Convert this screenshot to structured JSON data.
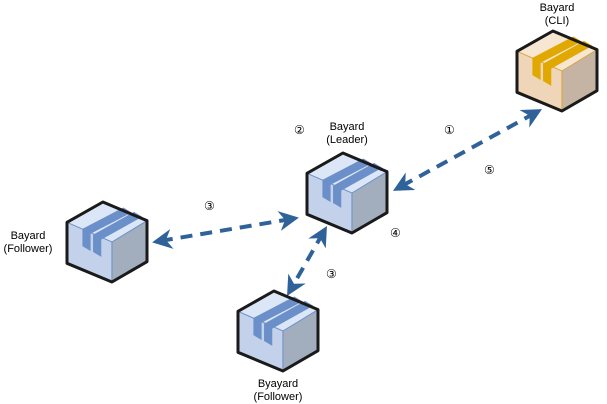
{
  "nodes": [
    {
      "id": "cli",
      "line1": "Bayard",
      "line2": "(CLI)",
      "theme": "tan"
    },
    {
      "id": "leader",
      "line1": "Bayard",
      "line2": "(Leader)",
      "theme": "blue"
    },
    {
      "id": "follower_left",
      "line1": "Bayard",
      "line2": "(Follower)",
      "theme": "blue"
    },
    {
      "id": "follower_bottom",
      "line1": "Byayard",
      "line2": "(Follower)",
      "theme": "blue"
    }
  ],
  "steps": {
    "s1": "①",
    "s2": "②",
    "s3_left": "③",
    "s3_bottom": "③",
    "s4": "④",
    "s5": "⑤"
  },
  "edges": [
    {
      "from": "cli",
      "to": "leader",
      "bidirectional": true,
      "style": "dashed"
    },
    {
      "from": "leader",
      "to": "follower_left",
      "bidirectional": true,
      "style": "dashed"
    },
    {
      "from": "leader",
      "to": "follower_bottom",
      "bidirectional": true,
      "style": "dashed"
    }
  ],
  "colors": {
    "arrow": "#2f6299",
    "outline": "#1a1a1a",
    "blue_top": "#dbe6f6",
    "blue_left": "#c3d2ea",
    "blue_right": "#a2adbd",
    "blue_tape": "#6b8fc9",
    "tan_top": "#f6e6d2",
    "tan_left": "#efd6b8",
    "tan_right": "#c5b4a3",
    "tan_tape": "#e0a800"
  }
}
